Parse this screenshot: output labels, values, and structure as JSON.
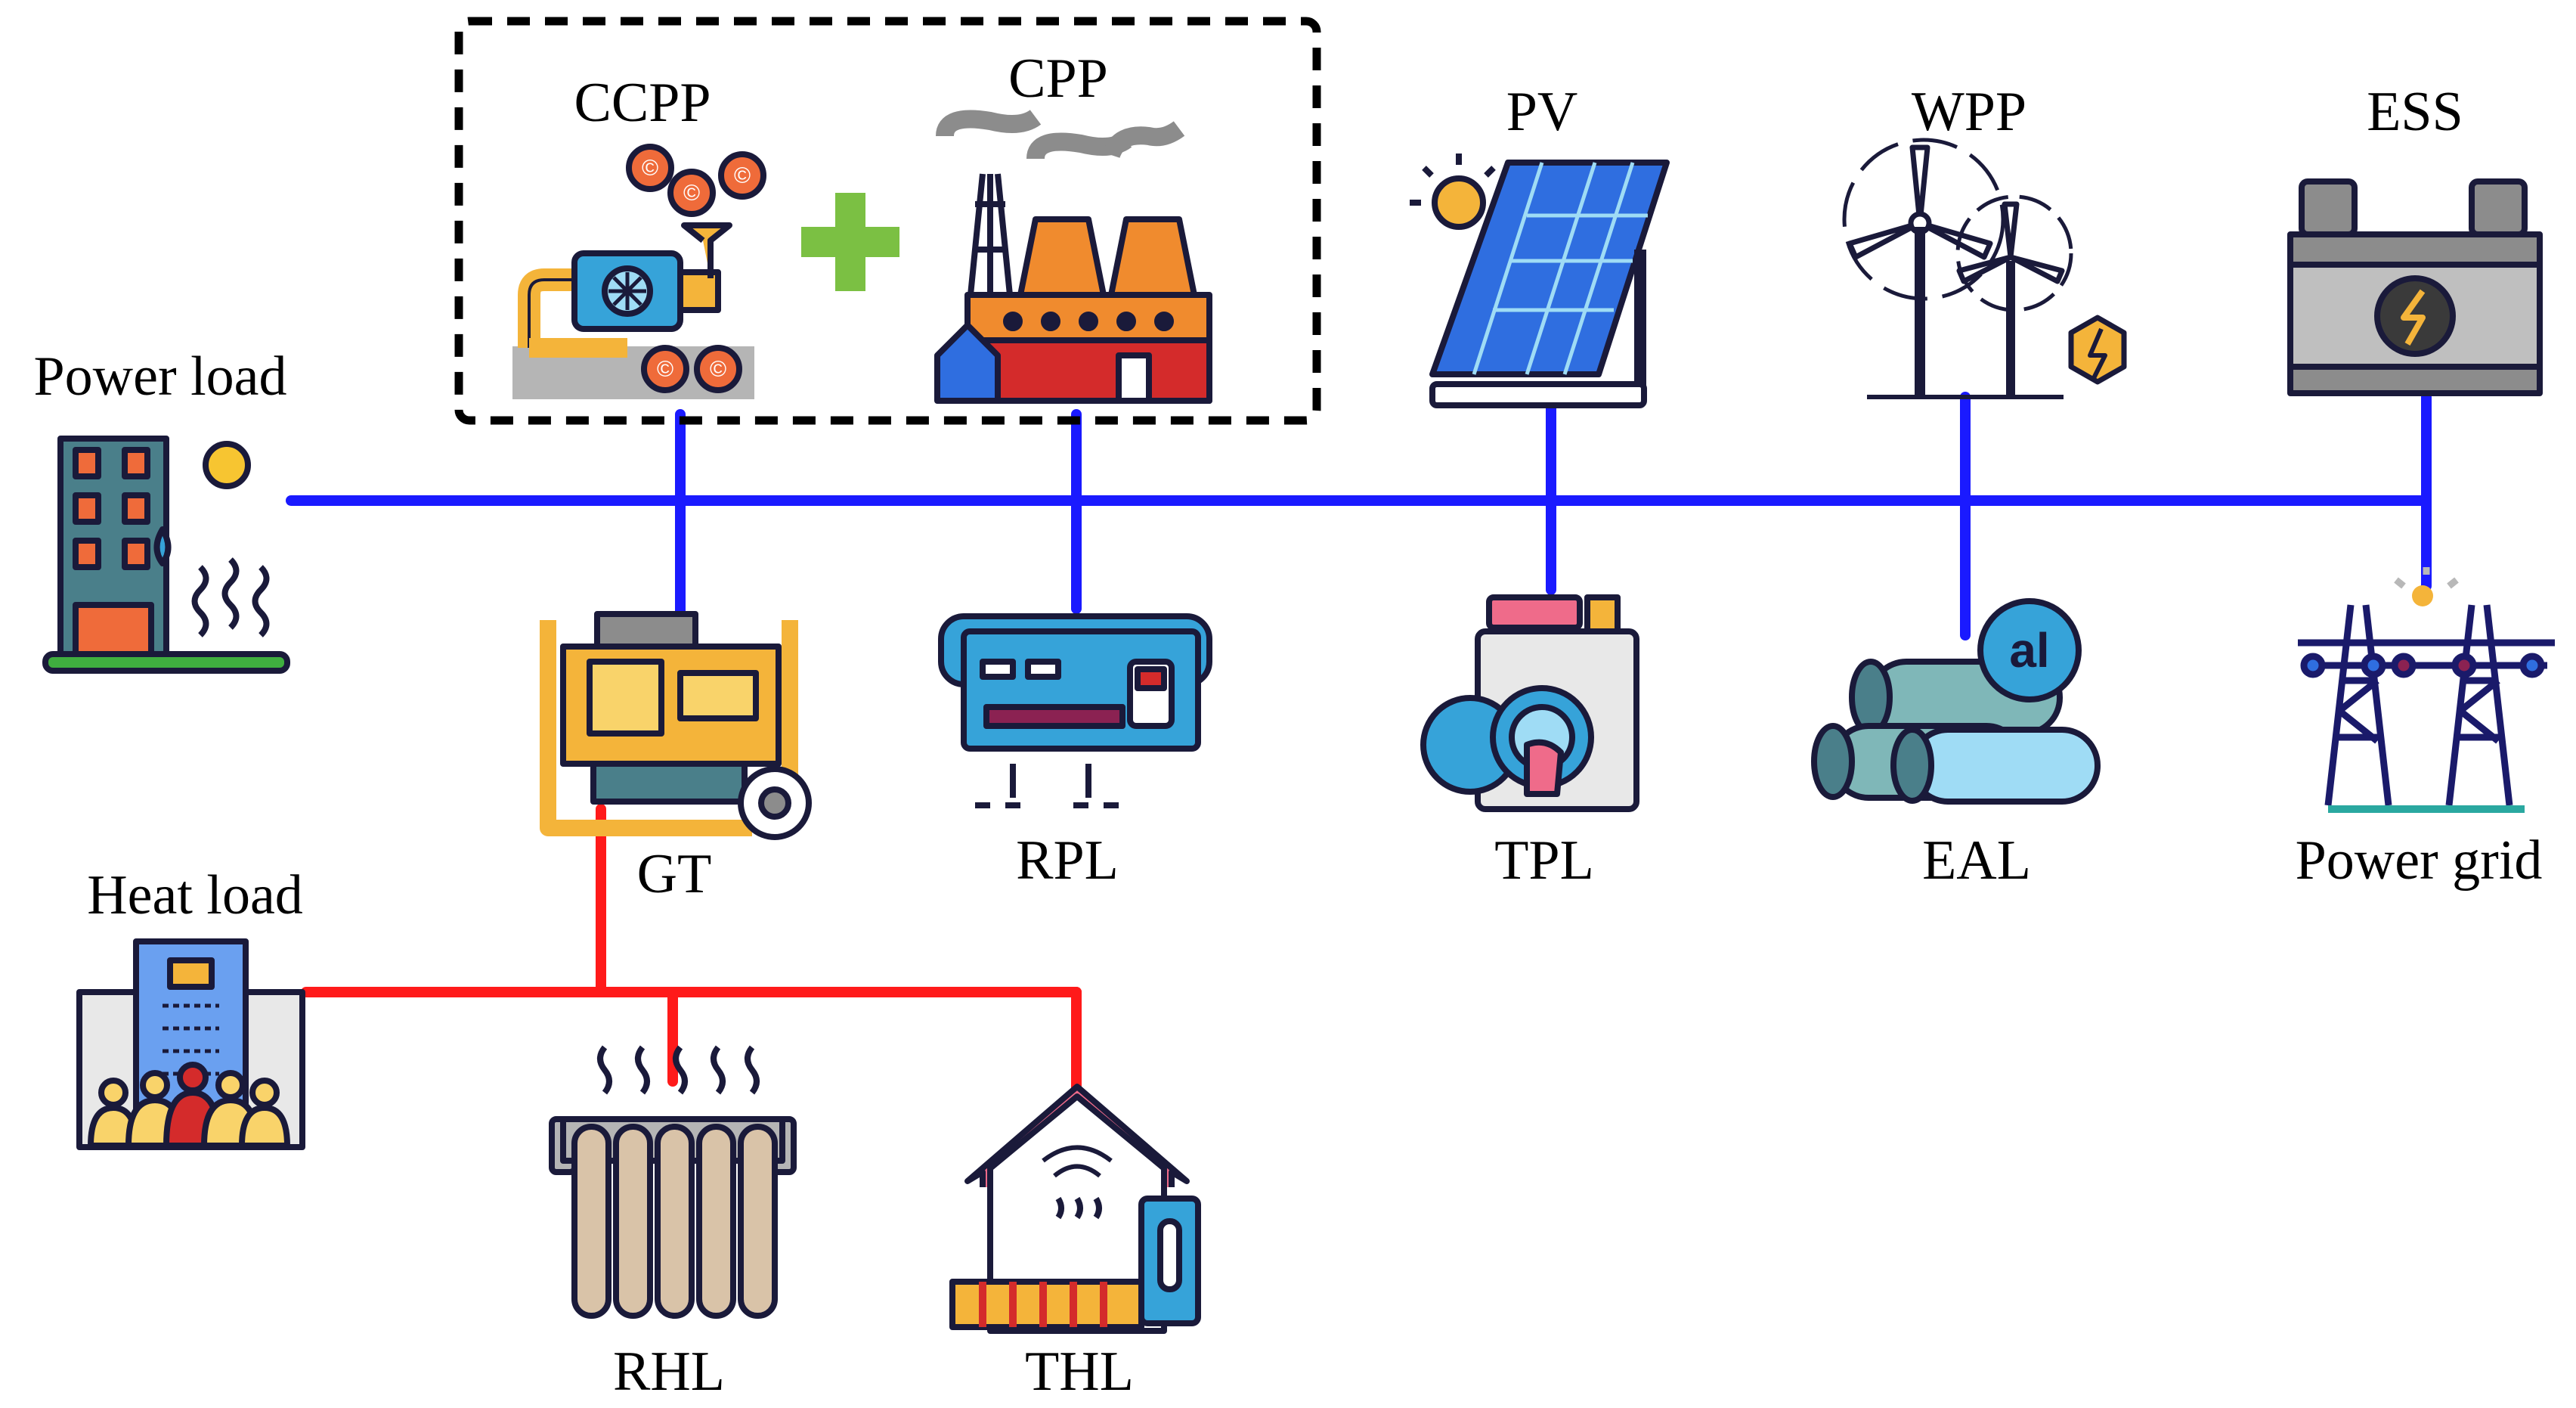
{
  "labels": {
    "ccpp": "CCPP",
    "cpp": "CPP",
    "pv": "PV",
    "wpp": "WPP",
    "ess": "ESS",
    "power_load": "Power load",
    "heat_load": "Heat load",
    "gt": "GT",
    "rpl": "RPL",
    "tpl": "TPL",
    "eal": "EAL",
    "power_grid": "Power grid",
    "rhl": "RHL",
    "thl": "THL",
    "plus": "+",
    "eal_badge": "al"
  },
  "colors": {
    "power_line": "#1a1aff",
    "heat_line": "#ff1a1a",
    "dashed_box": "#000000",
    "outline": "#1a1a3a",
    "plus": "#7bc043"
  },
  "icons": {
    "ccpp": "carbon-capture-plant-icon",
    "cpp": "coal-power-plant-icon",
    "pv": "solar-panel-icon",
    "wpp": "wind-turbine-icon",
    "ess": "battery-storage-icon",
    "power_load": "building-load-icon",
    "heat_load": "heat-load-building-icon",
    "gt": "gas-turbine-generator-icon",
    "rpl": "air-conditioner-icon",
    "tpl": "washing-machine-icon",
    "eal": "aluminum-ingot-icon",
    "power_grid": "transmission-tower-icon",
    "rhl": "radiator-icon",
    "thl": "smart-house-heating-icon"
  }
}
